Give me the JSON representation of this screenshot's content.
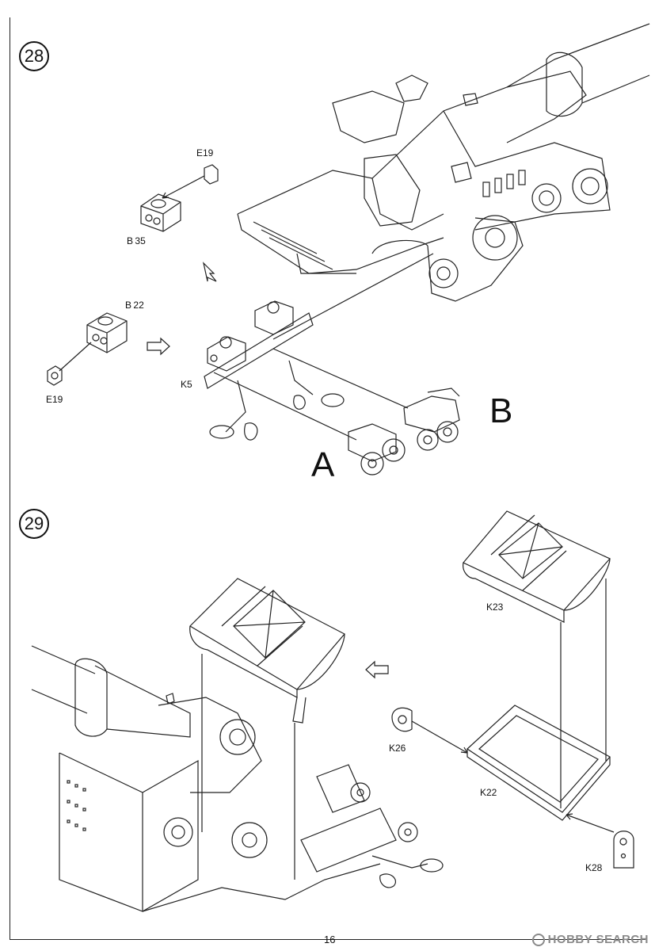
{
  "steps": [
    {
      "number": "28"
    },
    {
      "number": "29"
    }
  ],
  "step28": {
    "labels": {
      "e19_top": "E19",
      "b35": "B 35",
      "b22": "B 22",
      "e19_bottom": "E19",
      "k5": "K5"
    },
    "sub_views": {
      "a": "A",
      "b": "B"
    }
  },
  "step29": {
    "labels": {
      "k23": "K23",
      "k26": "K26",
      "k22": "K22",
      "k28": "K28"
    }
  },
  "footer": {
    "page_number": "16",
    "watermark": "HOBBY SEARCH"
  }
}
